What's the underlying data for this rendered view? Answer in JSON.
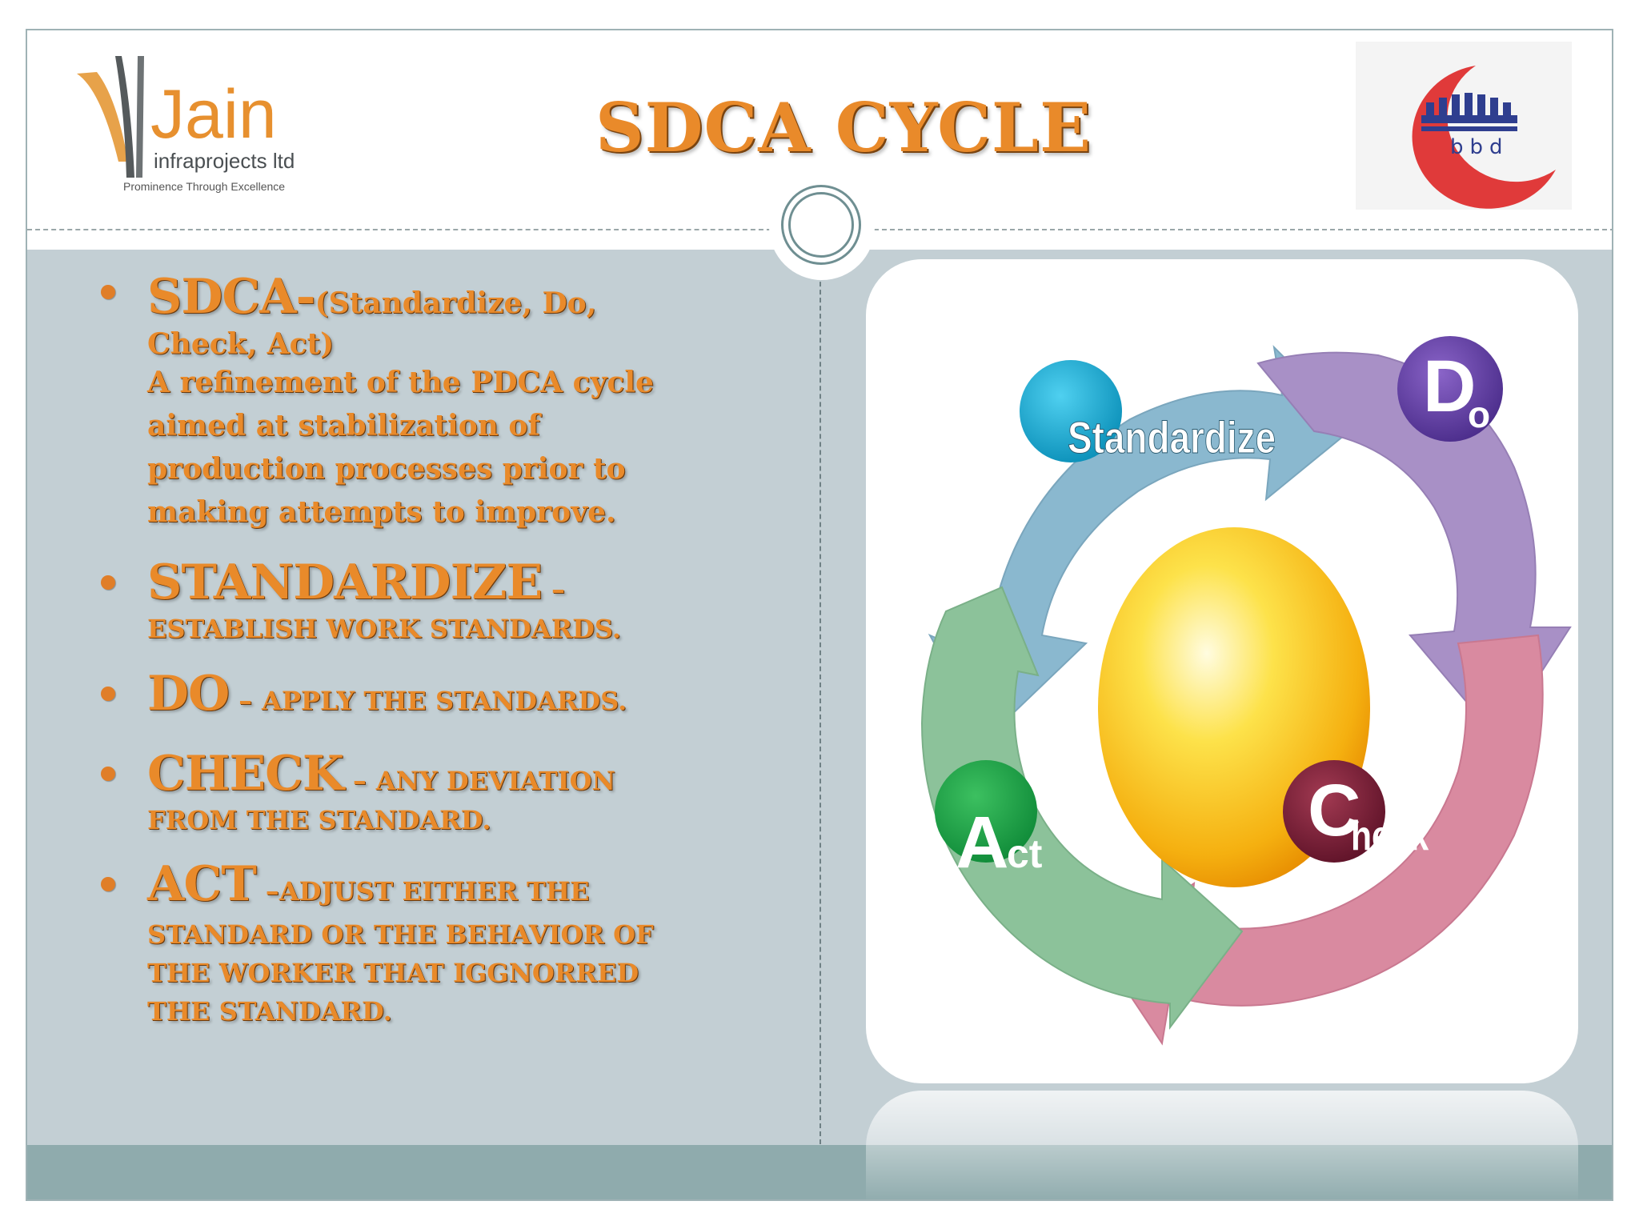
{
  "title": "SDCA CYCLE",
  "logos": {
    "left_company": "Jain",
    "left_sub": "infraprojects ltd",
    "left_tagline": "Prominence Through Excellence",
    "right_text": "bbd"
  },
  "bullets": [
    {
      "head": "SDCA-",
      "head_tail": "(Standardize, Do,",
      "line2": "Check, Act)",
      "lines": [
        "A refinement of the PDCA cycle",
        "aimed at stabilization of",
        "production processes prior to",
        "making attempts to improve."
      ]
    },
    {
      "head": "STANDARDIZE",
      "sep": " –",
      "line2": "ESTABLISH WORK STANDARDS."
    },
    {
      "head": "DO",
      "sep": " – ",
      "tail": "APPLY THE STANDARDS."
    },
    {
      "head": "CHECK",
      "sep": " – ",
      "tail": "ANY DEVIATION",
      "line2": "FROM THE STANDARD."
    },
    {
      "head": "ACT",
      "sep": " –",
      "tail": "ADJUST EITHER THE",
      "lines": [
        "STANDARD OR THE BEHAVIOR OF",
        "THE WORKER THAT IGGNORRED",
        "THE STANDARD."
      ]
    }
  ],
  "diagram": {
    "standardize": "Standardize",
    "do_big": "D",
    "do_small": "o",
    "check_big": "C",
    "check_small": "heck",
    "act_big": "A",
    "act_small": "ct",
    "colors": {
      "standardize": "#8ab8cf",
      "do": "#a890c6",
      "check": "#d98aa0",
      "act": "#8cc29a",
      "center": "#f4c21a"
    }
  }
}
